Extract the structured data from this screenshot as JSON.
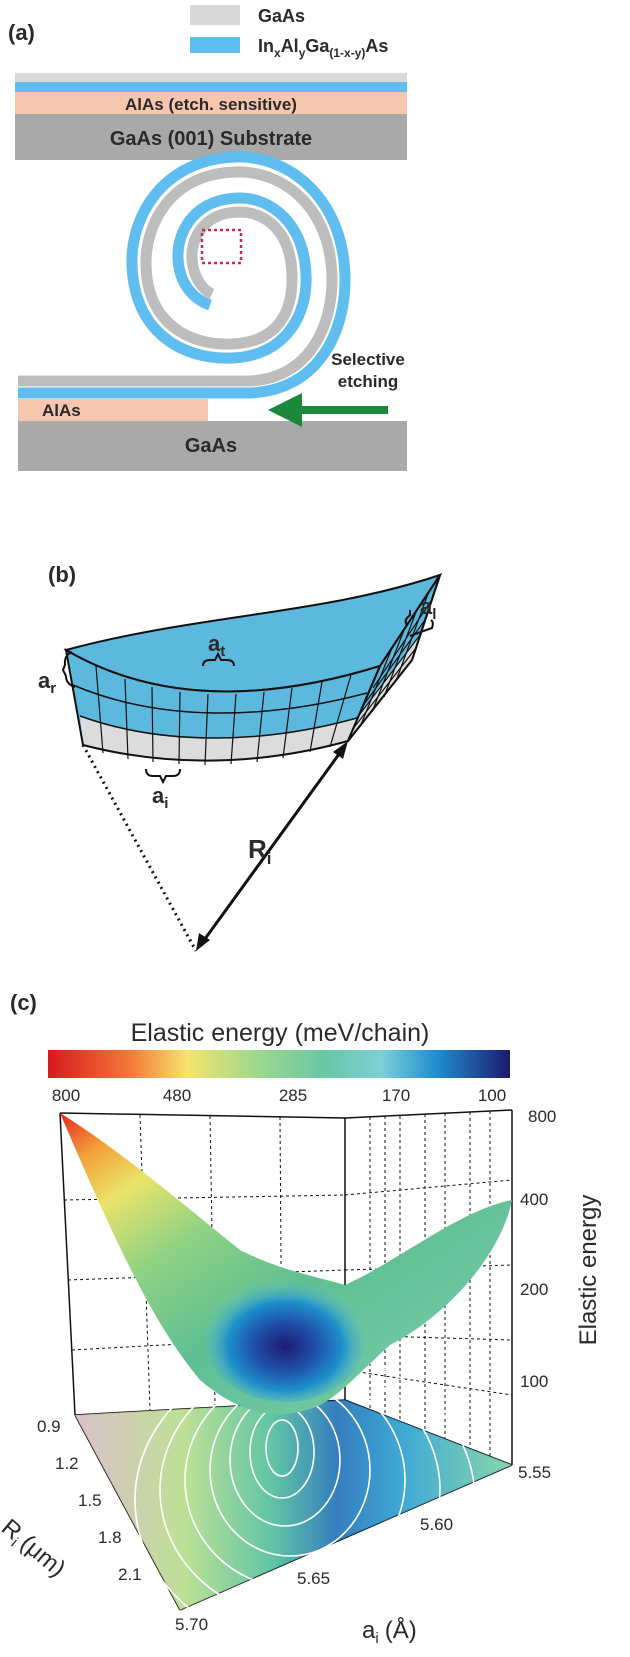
{
  "panel_a": {
    "label": "(a)",
    "legend": [
      {
        "name": "GaAs",
        "color": "#d9d9d9"
      },
      {
        "name": "InxAlyGa(1-x-y)As",
        "color": "#5fbdf0"
      }
    ],
    "layers": {
      "sacrificial": "AlAs (etch. sensitive)",
      "substrate": "GaAs (001) Substrate"
    },
    "rolled": {
      "sacrificial": "AlAs",
      "substrate": "GaAs",
      "arrow_label_1": "Selective",
      "arrow_label_2": "etching",
      "arrow_color": "#1a8a3a"
    }
  },
  "panel_b": {
    "label": "(b)",
    "a_t": "a",
    "a_t_sub": "t",
    "a_l": "a",
    "a_l_sub": "l",
    "a_r": "a",
    "a_r_sub": "r",
    "a_i": "a",
    "a_i_sub": "i",
    "R_i": "R",
    "R_i_sub": "i"
  },
  "panel_c": {
    "label": "(c)",
    "colorbar_title": "Elastic energy (meV/chain)",
    "colorbar_ticks": [
      "800",
      "480",
      "285",
      "170",
      "100"
    ],
    "z_axis_title": "Elastic energy",
    "z_ticks": [
      "800",
      "400",
      "200",
      "100"
    ],
    "r_axis_title_main": "R",
    "r_axis_title_sub": "i",
    "r_axis_title_unit": "(μm)",
    "r_ticks": [
      "0.9",
      "1.2",
      "1.5",
      "1.8",
      "2.1"
    ],
    "a_axis_title_main": "a",
    "a_axis_title_sub": "i",
    "a_axis_title_unit": "(Å)",
    "a_ticks": [
      "5.70",
      "5.65",
      "5.60",
      "5.55"
    ]
  }
}
